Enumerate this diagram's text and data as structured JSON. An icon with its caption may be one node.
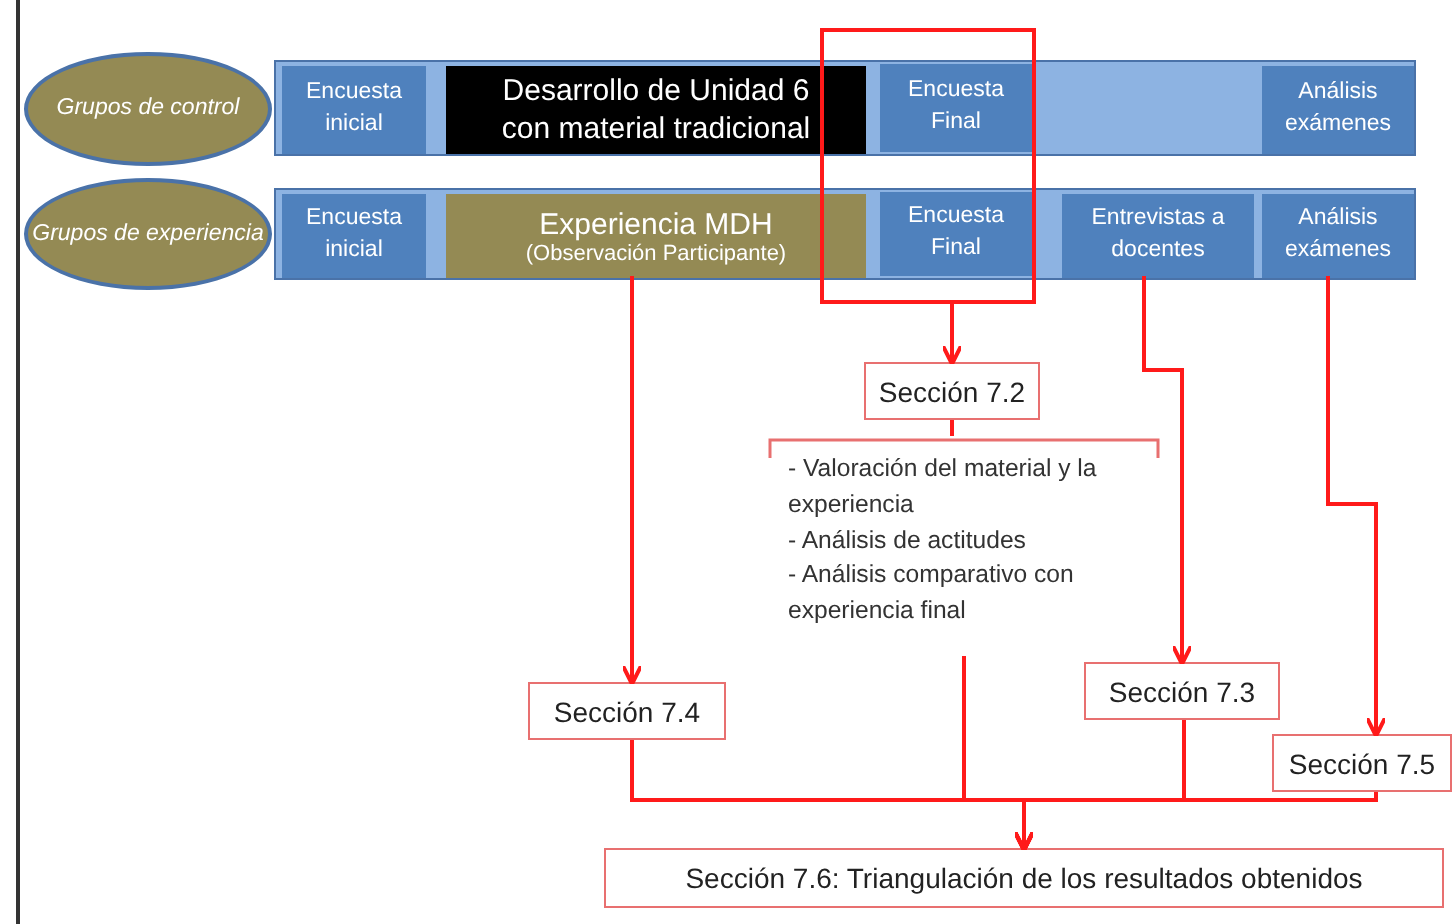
{
  "diagram": {
    "nodes": [
      {
        "text": [],
        "shape": "bar"
      },
      {
        "text": [
          "Grupos de control"
        ]
      },
      {
        "text": [
          "Encuesta inicial"
        ],
        "in": 0
      },
      {
        "text": [
          "Desarrollo de Unidad 6 con material tradicional"
        ],
        "in": 0
      },
      {
        "text": [
          "Encuesta Final"
        ]
      },
      {
        "text": [
          "Análisis exámenes"
        ],
        "in": 0
      },
      {
        "text": [],
        "shape": "bar"
      },
      {
        "text": [
          "Grupos de experiencia"
        ]
      },
      {
        "text": [
          "Encuesta inicial"
        ],
        "in": 6
      },
      {
        "text": [
          "Experiencia MDH",
          "(Observación Participante)"
        ],
        "in": 6
      },
      {
        "text": [
          "Encuesta Final"
        ]
      },
      {
        "text": [
          "Entrevistas a docentes"
        ],
        "in": 6
      },
      {
        "text": [
          "Análisis exámenes"
        ],
        "in": 6
      },
      {
        "text": [],
        "shape": "box"
      },
      {
        "text": [
          "Sección 7.2"
        ]
      },
      {
        "text": [
          "- Valoración del material  y la experiencia",
          "- Análisis de actitudes",
          "- Análisis comparativo con experiencia final"
        ]
      },
      {
        "text": [
          "Sección 7.4"
        ]
      },
      {
        "text": [
          "Sección 7.3"
        ]
      },
      {
        "text": [
          "Sección 7.5"
        ]
      },
      {
        "text": [
          "Sección 7.6: Triangulación de los resultados obtenidos"
        ]
      }
    ],
    "edges": [
      {
        "from": 9,
        "to": 16,
        "arrow": "to"
      },
      {
        "from": 13,
        "to": 14,
        "arrow": "to"
      },
      {
        "from": 14,
        "to": 15,
        "arrow": "none"
      },
      {
        "from": 11,
        "to": 17,
        "arrow": "to"
      },
      {
        "from": 12,
        "to": 18,
        "arrow": "to"
      },
      {
        "from": 16,
        "to": 19,
        "arrow": "to"
      },
      {
        "from": 15,
        "to": 19,
        "arrow": "to"
      },
      {
        "from": 17,
        "to": 19,
        "arrow": "to"
      },
      {
        "from": 18,
        "to": 19,
        "arrow": "to"
      }
    ]
  }
}
